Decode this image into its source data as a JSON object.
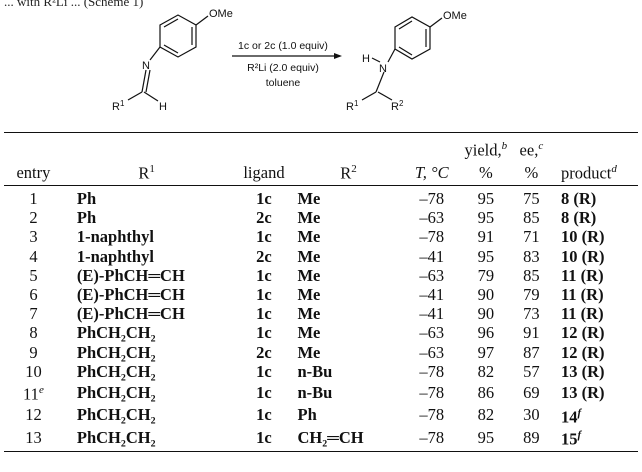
{
  "caption_fragment": "... with R²Li ... (Scheme 1)",
  "scheme": {
    "ome_left": "OMe",
    "ome_right": "OMe",
    "n_label": "N",
    "h_left": "H",
    "r1_left": "R",
    "r1_left_sup": "1",
    "arrow_top": "1c or 2c (1.0 equiv)",
    "arrow_mid": "R²Li (2.0 equiv)",
    "arrow_bottom": "toluene",
    "h_right": "H",
    "n_right": "N",
    "r1_right": "R",
    "r1_right_sup": "1",
    "r2_right": "R",
    "r2_right_sup": "2"
  },
  "table": {
    "headers": {
      "entry": "entry",
      "r1": "R",
      "r1_sup": "1",
      "ligand": "ligand",
      "r2": "R",
      "r2_sup": "2",
      "t": "T, °C",
      "yield_top": "yield,",
      "yield_sup": "b",
      "yield_bottom": "%",
      "ee_top": "ee,",
      "ee_sup": "c",
      "ee_bottom": "%",
      "product": "product",
      "product_sup": "d"
    },
    "rows": [
      {
        "entry": "1",
        "entry_sup": "",
        "r1": "Ph",
        "ligand": "1c",
        "r2": "Me",
        "t": "–78",
        "yield": "95",
        "ee": "75",
        "product": "8 (R)"
      },
      {
        "entry": "2",
        "entry_sup": "",
        "r1": "Ph",
        "ligand": "2c",
        "r2": "Me",
        "t": "–63",
        "yield": "95",
        "ee": "85",
        "product": "8 (R)"
      },
      {
        "entry": "3",
        "entry_sup": "",
        "r1": "1-naphthyl",
        "ligand": "1c",
        "r2": "Me",
        "t": "–78",
        "yield": "91",
        "ee": "71",
        "product": "10 (R)"
      },
      {
        "entry": "4",
        "entry_sup": "",
        "r1": "1-naphthyl",
        "ligand": "2c",
        "r2": "Me",
        "t": "–41",
        "yield": "95",
        "ee": "83",
        "product": "10 (R)"
      },
      {
        "entry": "5",
        "entry_sup": "",
        "r1": "(E)-PhCH═CH",
        "ligand": "1c",
        "r2": "Me",
        "t": "–63",
        "yield": "79",
        "ee": "85",
        "product": "11 (R)"
      },
      {
        "entry": "6",
        "entry_sup": "",
        "r1": "(E)-PhCH═CH",
        "ligand": "1c",
        "r2": "Me",
        "t": "–41",
        "yield": "90",
        "ee": "79",
        "product": "11 (R)"
      },
      {
        "entry": "7",
        "entry_sup": "",
        "r1": "(E)-PhCH═CH",
        "ligand": "1c",
        "r2": "Me",
        "t": "–41",
        "yield": "90",
        "ee": "73",
        "product": "11 (R)"
      },
      {
        "entry": "8",
        "entry_sup": "",
        "r1": "PhCH₂CH₂",
        "ligand": "1c",
        "r2": "Me",
        "t": "–63",
        "yield": "96",
        "ee": "91",
        "product": "12 (R)"
      },
      {
        "entry": "9",
        "entry_sup": "",
        "r1": "PhCH₂CH₂",
        "ligand": "2c",
        "r2": "Me",
        "t": "–63",
        "yield": "97",
        "ee": "87",
        "product": "12 (R)"
      },
      {
        "entry": "10",
        "entry_sup": "",
        "r1": "PhCH₂CH₂",
        "ligand": "1c",
        "r2": "n-Bu",
        "t": "–78",
        "yield": "82",
        "ee": "57",
        "product": "13 (R)"
      },
      {
        "entry": "11",
        "entry_sup": "e",
        "r1": "PhCH₂CH₂",
        "ligand": "1c",
        "r2": "n-Bu",
        "t": "–78",
        "yield": "86",
        "ee": "69",
        "product": "13 (R)"
      },
      {
        "entry": "12",
        "entry_sup": "",
        "r1": "PhCH₂CH₂",
        "ligand": "1c",
        "r2": "Ph",
        "t": "–78",
        "yield": "82",
        "ee": "30",
        "product": "14",
        "product_sup": "f"
      },
      {
        "entry": "13",
        "entry_sup": "",
        "r1": "PhCH₂CH₂",
        "ligand": "1c",
        "r2": "CH₂═CH",
        "t": "–78",
        "yield": "95",
        "ee": "89",
        "product": "15",
        "product_sup": "f"
      }
    ]
  }
}
